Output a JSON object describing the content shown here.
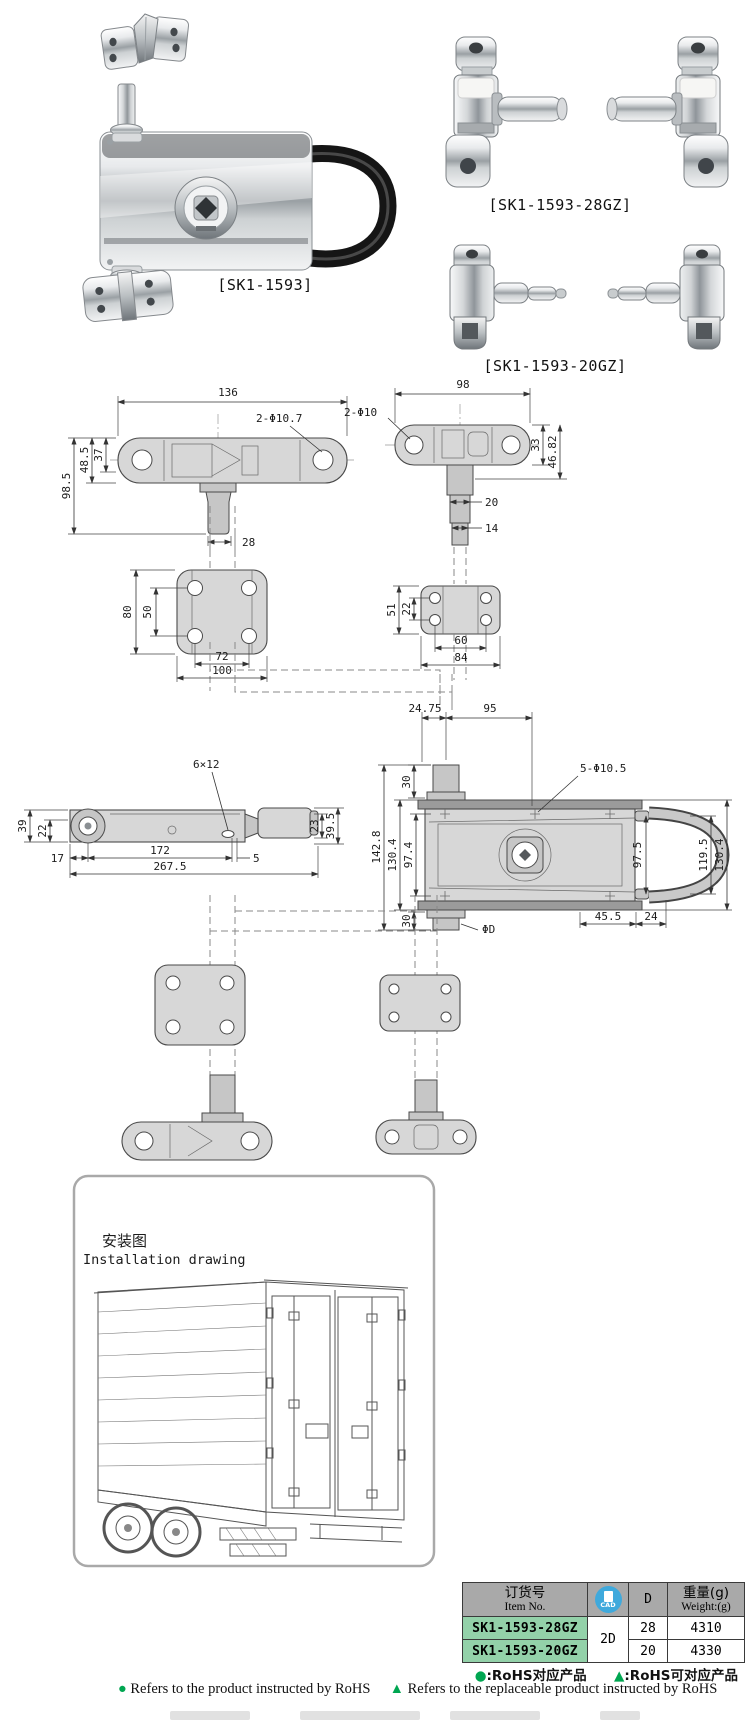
{
  "products": {
    "main_label": "[SK1-1593]",
    "gz28_label": "[SK1-1593-28GZ]",
    "gz20_label": "[SK1-1593-20GZ]"
  },
  "drawings": {
    "latch_top": {
      "width": "136",
      "holes": "2-Φ10.7",
      "h_total": "98.5",
      "h_mid": "48.5",
      "h_inner": "37",
      "stem_w": "28"
    },
    "keeper_top": {
      "width": "98",
      "holes": "2-Φ10",
      "h_inner": "33",
      "h_total": "46.82",
      "stem_mid": "20",
      "stem_tip": "14"
    },
    "plate_large": {
      "h_outer": "80",
      "h_holes": "50",
      "w_holes": "72",
      "w_outer": "100"
    },
    "plate_small": {
      "h_outer": "51",
      "h_holes": "22",
      "w_holes": "60",
      "w_outer": "84"
    },
    "side_view": {
      "slot": "6×12",
      "h_outer": "39",
      "h_inner": "22",
      "seg_a": "17",
      "seg_b": "172",
      "seg_c": "5",
      "overall": "267.5",
      "h_right_inner": "23",
      "h_right_outer": "39.5"
    },
    "main_view": {
      "top_a": "24.75",
      "top_b": "95",
      "holes": "5-Φ10.5",
      "stem_top_h": "30",
      "left_a": "142.8",
      "left_b": "130.4",
      "left_c": "97.4",
      "right_inner": "97.5",
      "right_a": "119.5",
      "right_b": "130.4",
      "stem_bottom_h": "30",
      "bottom_a": "45.5",
      "bottom_b": "24",
      "hole_dia": "ΦD"
    }
  },
  "installation": {
    "title_cn": "安装图",
    "title_en": "Installation drawing"
  },
  "table": {
    "header": {
      "item_cn": "订货号",
      "item_en": "Item No.",
      "cad": "CAD",
      "d": "D",
      "weight_cn": "重量(g)",
      "weight_en": "Weight:(g)"
    },
    "shared_cad": "2D",
    "rows": [
      {
        "item": "SK1-1593-28GZ",
        "d": "28",
        "weight": "4310"
      },
      {
        "item": "SK1-1593-20GZ",
        "d": "20",
        "weight": "4330"
      }
    ]
  },
  "footnotes": {
    "dot": "●",
    "tri": "▲",
    "cn_dot": ":RoHS对应产品",
    "cn_tri": ":RoHS可对应产品",
    "en_dot": "Refers to the product instructed by RoHS",
    "en_tri": "Refers to the replaceable product instructed by RoHS"
  },
  "colors": {
    "accent_green": "#00a651",
    "row_green": "#93d1a9",
    "header_grey": "#a9a9a9",
    "cad_blue": "#3fa9dc"
  }
}
